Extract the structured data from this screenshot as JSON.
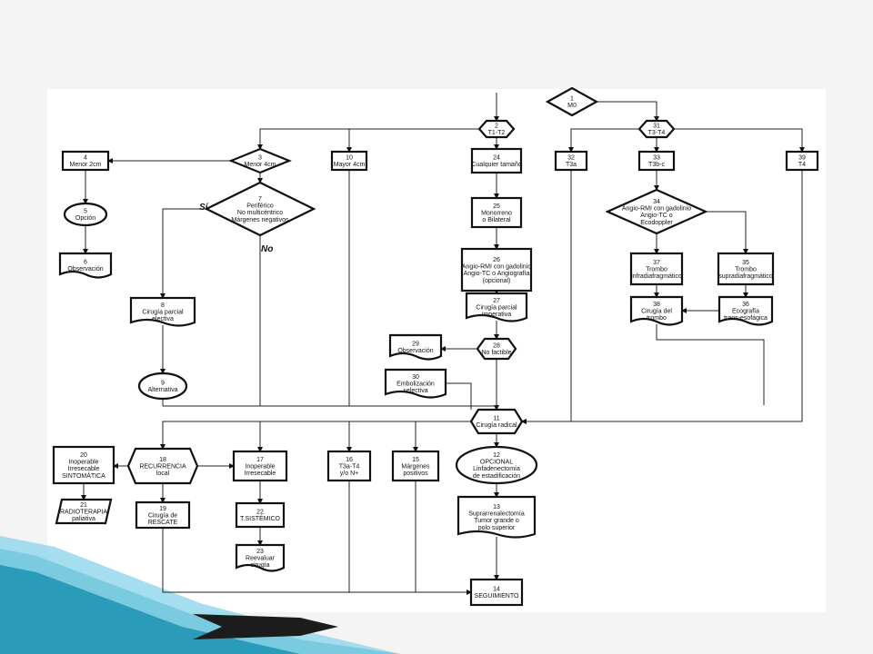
{
  "colors": {
    "slide_bg": "#f4f4f4",
    "panel_bg": "#ffffff",
    "accent_teal": "#2a9bb8",
    "accent_light": "#8fd6ea",
    "chevron_dark": "#1c1c1c",
    "stroke": "#111111"
  },
  "nodes": [
    {
      "id": "1",
      "shape": "diamond",
      "lines": [
        "1",
        "M0"
      ]
    },
    {
      "id": "2",
      "shape": "hexagon",
      "lines": [
        "2",
        "T1-T2"
      ]
    },
    {
      "id": "31",
      "shape": "hexagon",
      "lines": [
        "31",
        "T3-T4"
      ]
    },
    {
      "id": "3",
      "shape": "diamond",
      "lines": [
        "3",
        "Menor 4cm"
      ]
    },
    {
      "id": "4",
      "shape": "rect",
      "lines": [
        "4",
        "Menor 2cm"
      ]
    },
    {
      "id": "10",
      "shape": "rect",
      "lines": [
        "10",
        "Mayor 4cm"
      ]
    },
    {
      "id": "24",
      "shape": "rect",
      "lines": [
        "24",
        "Cualquier tamaño"
      ]
    },
    {
      "id": "32",
      "shape": "rect",
      "lines": [
        "32",
        "T3a"
      ]
    },
    {
      "id": "33",
      "shape": "rect",
      "lines": [
        "33",
        "T3b-c"
      ]
    },
    {
      "id": "39",
      "shape": "rect",
      "lines": [
        "39",
        "T4"
      ]
    },
    {
      "id": "5",
      "shape": "ellipse",
      "lines": [
        "5",
        "Opción"
      ]
    },
    {
      "id": "7",
      "shape": "diamond",
      "lines": [
        "7",
        "Periférico",
        "No multicéntrico",
        "Márgenes negativos"
      ]
    },
    {
      "id": "25",
      "shape": "rect",
      "lines": [
        "25",
        "Monorreno",
        "o Bilateral"
      ]
    },
    {
      "id": "34",
      "shape": "diamond",
      "lines": [
        "34",
        "Angio-RMI con gadolinio",
        "Angio-TC o",
        "Ecodoppler"
      ]
    },
    {
      "id": "6",
      "shape": "doc",
      "lines": [
        "6",
        "Observación"
      ]
    },
    {
      "id": "26",
      "shape": "rect",
      "lines": [
        "26",
        "Angio-RMI con gadolinio",
        "Angio-TC o Angiografía",
        "(opcional)"
      ]
    },
    {
      "id": "37",
      "shape": "rect",
      "lines": [
        "37",
        "Trombo",
        "infradiafragmático"
      ]
    },
    {
      "id": "35",
      "shape": "rect",
      "lines": [
        "35",
        "Trombo",
        "supradiafragmático"
      ]
    },
    {
      "id": "8",
      "shape": "doc",
      "lines": [
        "8",
        "Cirugía parcial",
        "electiva"
      ]
    },
    {
      "id": "27",
      "shape": "doc",
      "lines": [
        "27",
        "Cirugía parcial",
        "imperativa"
      ]
    },
    {
      "id": "38",
      "shape": "doc",
      "lines": [
        "38",
        "Cirugía del",
        "trombo"
      ]
    },
    {
      "id": "36",
      "shape": "doc",
      "lines": [
        "36",
        "Ecografía",
        "trans-esofágica"
      ]
    },
    {
      "id": "29",
      "shape": "doc",
      "lines": [
        "29",
        "Observación"
      ]
    },
    {
      "id": "28",
      "shape": "hexagon",
      "lines": [
        "28",
        "No factible"
      ]
    },
    {
      "id": "9",
      "shape": "ellipse",
      "lines": [
        "9",
        "Alternativa"
      ]
    },
    {
      "id": "30",
      "shape": "doc",
      "lines": [
        "30",
        "Embolización",
        "selectiva"
      ]
    },
    {
      "id": "11",
      "shape": "hexagon",
      "lines": [
        "11",
        "Cirugía radical"
      ]
    },
    {
      "id": "20",
      "shape": "rect",
      "lines": [
        "20",
        "Inoperable",
        "Irresecable",
        "SINTOMÁTICA"
      ]
    },
    {
      "id": "18",
      "shape": "hexagon",
      "lines": [
        "18",
        "RECURRENCIA",
        "local"
      ]
    },
    {
      "id": "17",
      "shape": "rect",
      "lines": [
        "17",
        "Inoperable",
        "Irresecable"
      ]
    },
    {
      "id": "16",
      "shape": "rect",
      "lines": [
        "16",
        "T3a-T4",
        "y/o N+"
      ]
    },
    {
      "id": "15",
      "shape": "rect",
      "lines": [
        "15",
        "Márgenes",
        "positivos"
      ]
    },
    {
      "id": "12",
      "shape": "ellipse",
      "lines": [
        "12",
        "OPCIONAL",
        "Linfadenectomía",
        "de estadificación"
      ]
    },
    {
      "id": "21",
      "shape": "parallelogram",
      "lines": [
        "21",
        "RADIOTERAPIA",
        "paliativa"
      ]
    },
    {
      "id": "19",
      "shape": "rect",
      "lines": [
        "19",
        "Cirugía de",
        "RESCATE"
      ]
    },
    {
      "id": "22",
      "shape": "rect",
      "lines": [
        "22",
        "T.SISTÉMICO"
      ]
    },
    {
      "id": "13",
      "shape": "doc",
      "lines": [
        "13",
        "Suprarrenalectomía",
        "Tumor grande o",
        "polo superior"
      ]
    },
    {
      "id": "23",
      "shape": "doc",
      "lines": [
        "23",
        "Reevaluar",
        "cirugía"
      ]
    },
    {
      "id": "14",
      "shape": "rect",
      "lines": [
        "14",
        "SEGUIMIENTO"
      ]
    }
  ],
  "edge_labels": [
    {
      "id": "si",
      "text": "Sí"
    },
    {
      "id": "no",
      "text": "No"
    }
  ]
}
